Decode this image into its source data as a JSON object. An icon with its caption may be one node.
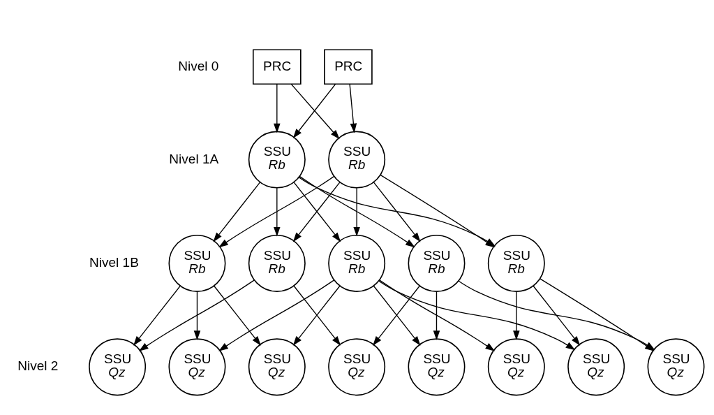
{
  "diagram": {
    "nodes": [
      {
        "text": [
          "PRC"
        ]
      },
      {
        "text": [
          "PRC"
        ]
      },
      {
        "text": [
          "SSU",
          "Rb"
        ]
      },
      {
        "text": [
          "SSU",
          "Rb"
        ]
      },
      {
        "text": [
          "SSU",
          "Rb"
        ]
      },
      {
        "text": [
          "SSU",
          "Rb"
        ]
      },
      {
        "text": [
          "SSU",
          "Rb"
        ]
      },
      {
        "text": [
          "SSU",
          "Rb"
        ]
      },
      {
        "text": [
          "SSU",
          "Rb"
        ]
      },
      {
        "text": [
          "SSU",
          "Qz"
        ]
      },
      {
        "text": [
          "SSU",
          "Qz"
        ]
      },
      {
        "text": [
          "SSU",
          "Qz"
        ]
      },
      {
        "text": [
          "SSU",
          "Qz"
        ]
      },
      {
        "text": [
          "SSU",
          "Qz"
        ]
      },
      {
        "text": [
          "SSU",
          "Qz"
        ]
      },
      {
        "text": [
          "SSU",
          "Qz"
        ]
      },
      {
        "text": [
          "SSU",
          "Qz"
        ]
      }
    ],
    "edges": [
      {
        "from": 0,
        "to": 2,
        "arrow": "to"
      },
      {
        "from": 0,
        "to": 3,
        "arrow": "to"
      },
      {
        "from": 1,
        "to": 2,
        "arrow": "to"
      },
      {
        "from": 1,
        "to": 3,
        "arrow": "to"
      },
      {
        "from": 2,
        "to": 4,
        "arrow": "to"
      },
      {
        "from": 2,
        "to": 5,
        "arrow": "to"
      },
      {
        "from": 2,
        "to": 6,
        "arrow": "to"
      },
      {
        "from": 2,
        "to": 7,
        "arrow": "to"
      },
      {
        "from": 2,
        "to": 8,
        "arrow": "to"
      },
      {
        "from": 3,
        "to": 4,
        "arrow": "to"
      },
      {
        "from": 3,
        "to": 5,
        "arrow": "to"
      },
      {
        "from": 3,
        "to": 6,
        "arrow": "to"
      },
      {
        "from": 3,
        "to": 7,
        "arrow": "to"
      },
      {
        "from": 3,
        "to": 8,
        "arrow": "to"
      },
      {
        "from": 4,
        "to": 9,
        "arrow": "to"
      },
      {
        "from": 4,
        "to": 10,
        "arrow": "to"
      },
      {
        "from": 5,
        "to": 9,
        "arrow": "to"
      },
      {
        "from": 5,
        "to": 11,
        "arrow": "to"
      },
      {
        "from": 5,
        "to": 14,
        "arrow": "to"
      },
      {
        "from": 6,
        "to": 11,
        "arrow": "to"
      },
      {
        "from": 6,
        "to": 12,
        "arrow": "to"
      },
      {
        "from": 6,
        "to": 13,
        "arrow": "to"
      },
      {
        "from": 7,
        "to": 12,
        "arrow": "to"
      },
      {
        "from": 7,
        "to": 13,
        "arrow": "to"
      },
      {
        "from": 7,
        "to": 14,
        "arrow": "to"
      },
      {
        "from": 7,
        "to": 15,
        "arrow": "to"
      },
      {
        "from": 7,
        "to": 16,
        "arrow": "to"
      },
      {
        "from": 8,
        "to": 10,
        "arrow": "to"
      },
      {
        "from": 8,
        "to": 15,
        "arrow": "to"
      },
      {
        "from": 8,
        "to": 16,
        "arrow": "to"
      }
    ],
    "labels": [
      "Nivel 0",
      "Nivel 1A",
      "Nivel 1B",
      "Nivel 2"
    ]
  }
}
